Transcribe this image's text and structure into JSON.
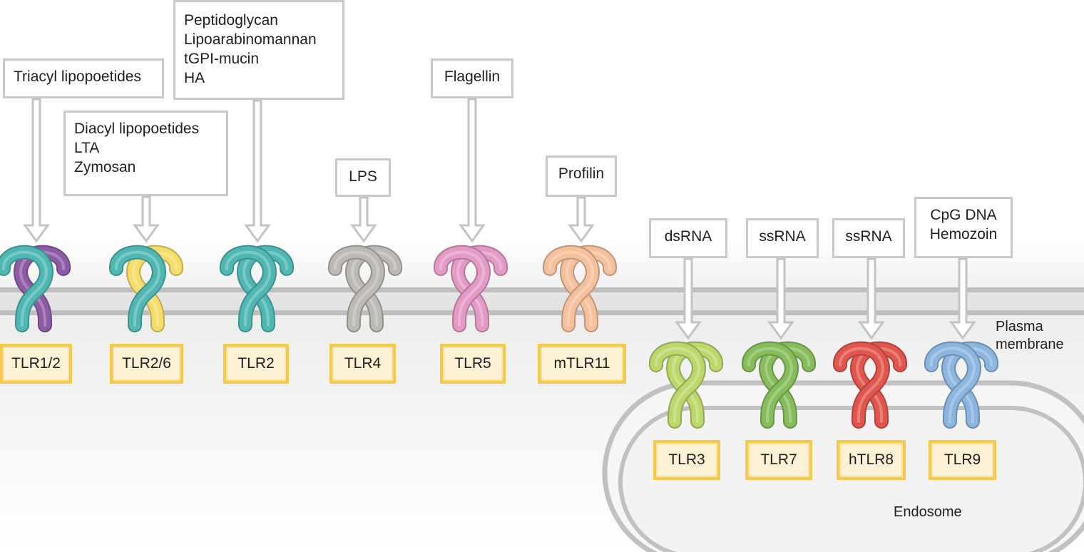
{
  "ligands": {
    "tlr12": [
      "Triacyl lipopoetides"
    ],
    "tlr26": [
      "Diacyl lipopoetides",
      "LTA",
      "Zymosan"
    ],
    "tlr2": [
      "Peptidoglycan",
      "Lipoarabinomannan",
      "tGPI-mucin",
      "HA"
    ],
    "tlr4": [
      "LPS"
    ],
    "tlr5": [
      "Flagellin"
    ],
    "mtlr11": [
      "Profilin"
    ],
    "tlr3": [
      "dsRNA"
    ],
    "tlr7": [
      "ssRNA"
    ],
    "htlr8": [
      "ssRNA"
    ],
    "tlr9": [
      "CpG DNA",
      "Hemozoin"
    ]
  },
  "receptors": {
    "tlr12": "TLR1/2",
    "tlr26": "TLR2/6",
    "tlr2": "TLR2",
    "tlr4": "TLR4",
    "tlr5": "TLR5",
    "mtlr11": "mTLR11",
    "tlr3": "TLR3",
    "tlr7": "TLR7",
    "htlr8": "hTLR8",
    "tlr9": "TLR9"
  },
  "regions": {
    "plasma_membrane": [
      "Plasma",
      "membrane"
    ],
    "endosome": "Endosome"
  },
  "colors": {
    "teal": "#4fb8b3",
    "purple": "#8e5ca6",
    "yellow": "#f5dd6a",
    "gray": "#bdbab6",
    "pink": "#e49ac6",
    "peach": "#f5c09c",
    "lime": "#bcd86a",
    "green": "#86bd5a",
    "red": "#e0564c",
    "blue": "#8cb6df",
    "membrane": "#bfbfbf",
    "label_border": "#f6c94a",
    "label_fill": "#fdf1d6"
  }
}
